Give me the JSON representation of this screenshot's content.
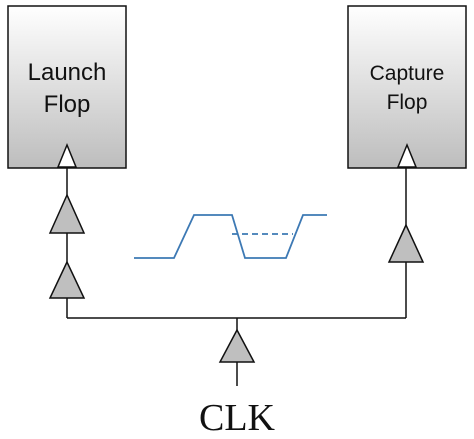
{
  "diagram": {
    "launch_flop": {
      "line1": "Launch",
      "line2": "Flop"
    },
    "capture_flop": {
      "line1": "Capture",
      "line2": "Flop"
    },
    "clock_label": "CLK"
  },
  "colors": {
    "flop_fill_top": "#ffffff",
    "flop_fill_bottom": "#bdbdbd",
    "buffer_fill": "#bfbfbf",
    "wire": "#111111",
    "waveform": "#3d79b4"
  }
}
